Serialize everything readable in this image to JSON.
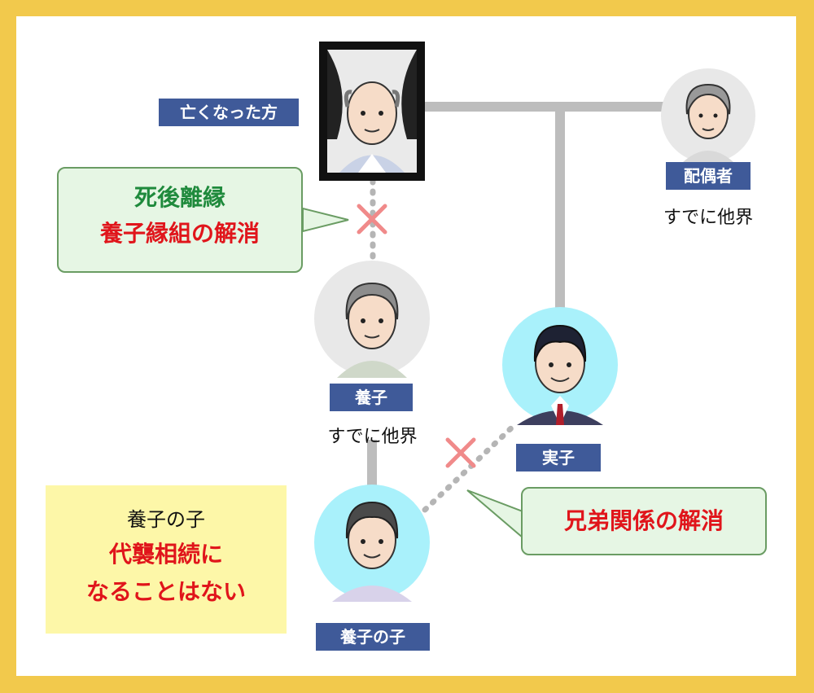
{
  "colors": {
    "frame": "#f2c94c",
    "tag_bg": "#3f5a99",
    "line": "#bdbdbd",
    "cross": "#f08a8a",
    "red_text": "#e0151b",
    "green_text": "#1f8a3c",
    "callout_bg": "#e6f6e4",
    "callout_border": "#6a9c63",
    "note_bg": "#fdf7a8",
    "grey_circle": "#e8e8e8",
    "cyan_circle": "#a9f1fb"
  },
  "nodes": {
    "deceased": {
      "label": "亡くなった方"
    },
    "spouse": {
      "label": "配偶者",
      "status": "すでに他界"
    },
    "adopted_child": {
      "label": "養子",
      "status": "すでに他界"
    },
    "biological_child": {
      "label": "実子"
    },
    "adopted_childs_child": {
      "label": "養子の子"
    }
  },
  "callouts": {
    "posthumous_divorce": {
      "line1": "死後離縁",
      "line2": "養子縁組の解消"
    },
    "sibling_dissolution": {
      "text": "兄弟関係の解消"
    }
  },
  "note": {
    "line1": "養子の子",
    "line2": "代襲相続に",
    "line3": "なることはない"
  },
  "icons": {
    "cross_top": "cross-mark-icon",
    "cross_bottom": "cross-mark-icon"
  }
}
